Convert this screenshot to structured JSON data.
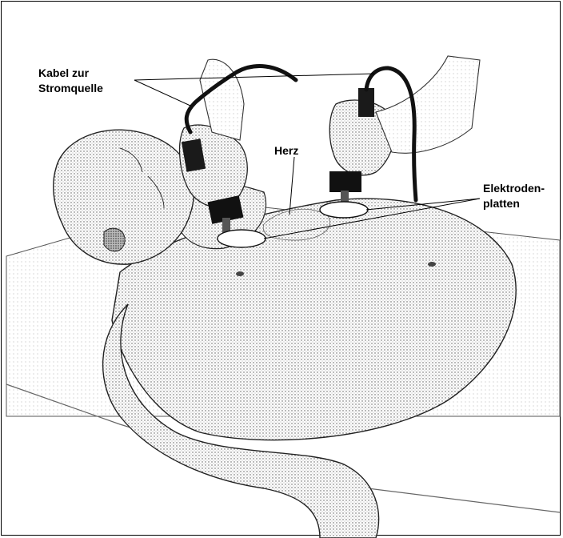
{
  "labels": {
    "kabel_line1": "Kabel zur",
    "kabel_line2": "Stromquelle",
    "herz": "Herz",
    "elektroden_line1": "Elektroden-",
    "elektroden_line2": "platten"
  },
  "colors": {
    "ink": "#000000",
    "shade": "#8a8a8a",
    "light_shade": "#c9c9c9",
    "background": "#ffffff"
  }
}
